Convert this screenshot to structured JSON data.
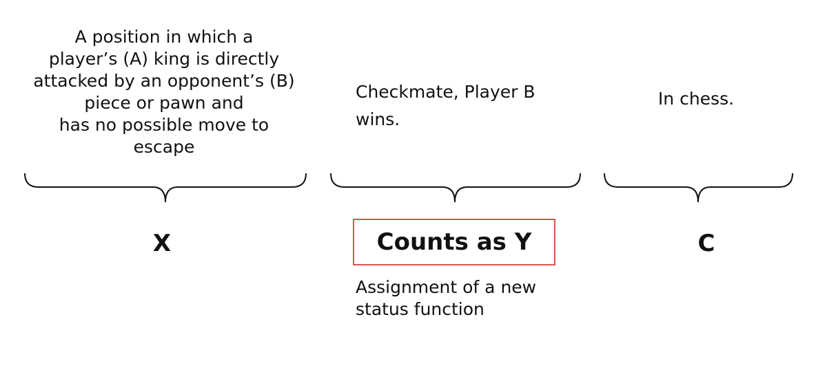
{
  "columns": {
    "x": {
      "description": "A position in which a\nplayer’s (A) king is directly\nattacked by an opponent’s (B)\npiece or pawn and\nhas no possible move to\nescape",
      "label": "X"
    },
    "y": {
      "description": "Checkmate, Player B\nwins.",
      "label": "Counts as Y",
      "note": "Assignment of a new\nstatus function"
    },
    "c": {
      "description": "In chess.",
      "label": "C"
    }
  },
  "colors": {
    "text": "#111111",
    "box_border": "#d9534f",
    "brace_stroke": "#111111"
  }
}
